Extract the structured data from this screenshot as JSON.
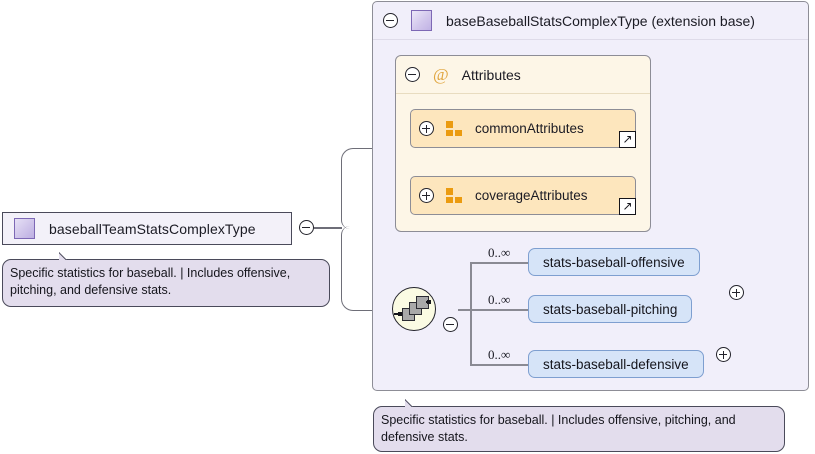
{
  "diagram": {
    "type": "xml-schema-complextype-diagram",
    "left_node": {
      "name": "baseballTeamStatsComplexType",
      "icon": "complextype-icon",
      "toggle": "collapse-minus-icon",
      "annotation": "Specific statistics for baseball. | Includes offensive, pitching, and defensive stats."
    },
    "base_panel": {
      "title": "baseBaseballStatsComplexType (extension base)",
      "icon": "complextype-icon",
      "toggle": "collapse-minus-icon",
      "annotation": "Specific statistics for baseball. | Includes offensive, pitching, and defensive stats.",
      "attributes_group": {
        "title": "Attributes",
        "at_symbol": "@",
        "toggle": "collapse-minus-icon",
        "items": [
          {
            "name": "commonAttributes",
            "toggle": "expand-plus-icon",
            "icon": "attribute-group-icon",
            "reference": "↗"
          },
          {
            "name": "coverageAttributes",
            "toggle": "expand-plus-icon",
            "icon": "attribute-group-icon",
            "reference": "↗"
          }
        ]
      },
      "sequence": {
        "icon": "sequence-compositor-icon",
        "toggle": "collapse-minus-icon",
        "elements": [
          {
            "name": "stats-baseball-offensive",
            "cardinality": "0..∞",
            "toggle": "expand-plus-icon"
          },
          {
            "name": "stats-baseball-pitching",
            "cardinality": "0..∞",
            "toggle": "expand-plus-icon"
          },
          {
            "name": "stats-baseball-defensive",
            "cardinality": "0..∞",
            "toggle": "expand-plus-icon"
          }
        ]
      }
    },
    "colors": {
      "panel_bg": "#f1effa",
      "attributes_bg": "#fdf6e7",
      "attribute_row_bg": "#fde6bd",
      "element_bg": "#d6e4f8",
      "annotation_bg": "#e3dded",
      "complextype_icon": "#bcaee2",
      "attribute_icon": "#eb9b10",
      "connector": "#6e6e78"
    }
  }
}
